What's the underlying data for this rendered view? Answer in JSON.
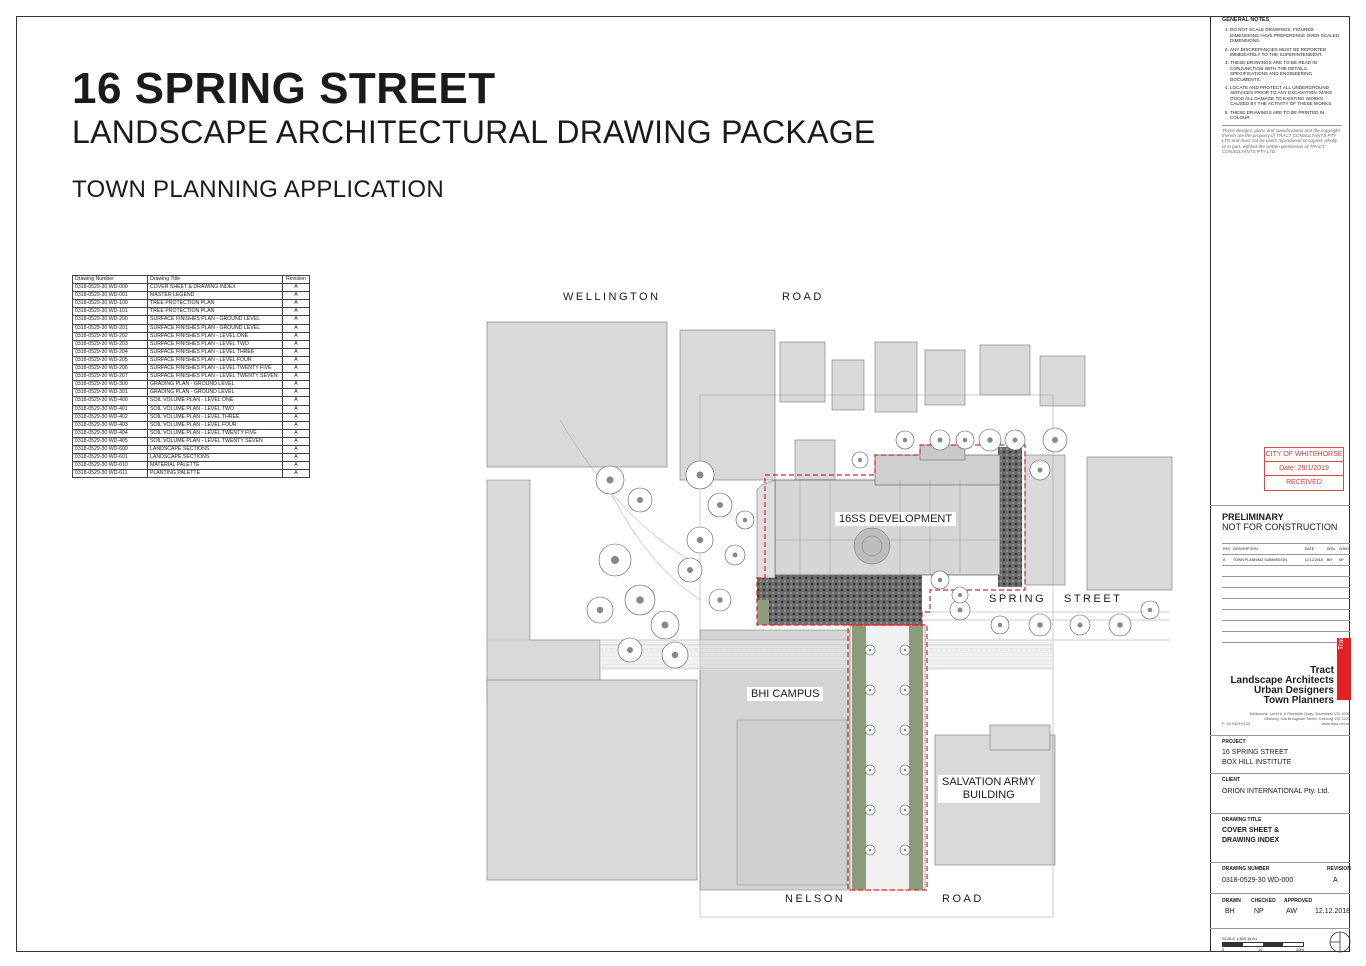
{
  "cover": {
    "title": "16 SPRING STREET",
    "subtitle": "LANDSCAPE ARCHITECTURAL DRAWING PACKAGE",
    "application": "TOWN PLANNING APPLICATION"
  },
  "drawing_index": {
    "headers": [
      "Drawing Number",
      "Drawing Title",
      "Revision"
    ],
    "rows": [
      [
        "0318-0529-30 WD-000",
        "COVER SHEET & DRAWING INDEX",
        "A"
      ],
      [
        "0318-0529-30 WD-001",
        "MASTER LEGEND",
        "A"
      ],
      [
        "0318-0529-30 WD-100",
        "TREE PROTECTION PLAN",
        "A"
      ],
      [
        "0318-0529-30 WD-101",
        "TREE PROTECTION PLAN",
        "A"
      ],
      [
        "0318-0529-30 WD-200",
        "SURFACE FINISHES PLAN - GROUND LEVEL",
        "A"
      ],
      [
        "0318-0529-30 WD-201",
        "SURFACE FINISHES PLAN - GROUND LEVEL",
        "A"
      ],
      [
        "0318-0529-30 WD-202",
        "SURFACE FINISHES PLAN - LEVEL ONE",
        "A"
      ],
      [
        "0318-0529-30 WD-203",
        "SURFACE FINISHES PLAN - LEVEL TWO",
        "A"
      ],
      [
        "0318-0529-30 WD-204",
        "SURFACE FINISHES PLAN - LEVEL THREE",
        "A"
      ],
      [
        "0318-0529-30 WD-205",
        "SURFACE FINISHES PLAN - LEVEL FOUR",
        "A"
      ],
      [
        "0318-0529-30 WD-206",
        "SURFACE FINISHES PLAN - LEVEL TWENTY FIVE",
        "A"
      ],
      [
        "0318-0529-30 WD-207",
        "SURFACE FINISHES PLAN - LEVEL TWENTY SEVEN",
        "A"
      ],
      [
        "0318-0529-30 WD-300",
        "GRADING PLAN - GROUND LEVEL",
        "A"
      ],
      [
        "0318-0529-30 WD-301",
        "GRADING PLAN - GROUND LEVEL",
        "A"
      ],
      [
        "0318-0529-30 WD-400",
        "SOIL VOLUME PLAN - LEVEL ONE",
        "A"
      ],
      [
        "0318-0529-30 WD-401",
        "SOIL VOLUME PLAN - LEVEL TWO",
        "A"
      ],
      [
        "0318-0529-30 WD-402",
        "SOIL VOLUME PLAN - LEVEL THREE",
        "A"
      ],
      [
        "0318-0529-30 WD-403",
        "SOIL VOLUME PLAN - LEVEL FOUR",
        "A"
      ],
      [
        "0318-0529-30 WD-404",
        "SOIL VOLUME PLAN - LEVEL TWENTY FIVE",
        "A"
      ],
      [
        "0318-0529-30 WD-405",
        "SOIL VOLUME PLAN - LEVEL TWENTY SEVEN",
        "A"
      ],
      [
        "0318-0529-30 WD-600",
        "LANDSCAPE SECTIONS",
        "A"
      ],
      [
        "0318-0529-30 WD-601",
        "LANDSCAPE SECTIONS",
        "A"
      ],
      [
        "0318-0529-30 WD-610",
        "MATERIAL PALETTE",
        "A"
      ],
      [
        "0318-0529-30 WD-611",
        "PLANTING PALETTE",
        "A"
      ]
    ]
  },
  "site_plan": {
    "street_north_left": "WELLINGTON",
    "street_north_right": "ROAD",
    "street_east_left": "SPRING",
    "street_east_right": "STREET",
    "street_south_left": "NELSON",
    "street_south_right": "ROAD",
    "development_label": "16SS DEVELOPMENT",
    "campus_label": "BHI CAMPUS",
    "salvation_line1": "SALVATION ARMY",
    "salvation_line2": "BUILDING"
  },
  "general_notes": {
    "heading": "GENERAL NOTES",
    "items": [
      "DO NOT SCALE DRAWINGS. FIGURED DIMENSIONS HAVE PREFERENCE OVER SCALED DIMENSIONS.",
      "ANY DISCREPANCIES MUST BE REPORTED IMMEDIATELY TO THE SUPERINTENDENT.",
      "THESE DRAWINGS ARE TO BE READ IN CONJUNCTION WITH THE DETAILS, SPECIFICATIONS AND ENGINEERING DOCUMENTS.",
      "LOCATE AND PROTECT ALL UNDERGROUND SERVICES PRIOR TO ANY EXCAVATION. MAKE GOOD ALL DAMAGE TO EXISTING WORKS CAUSED BY THE ACTIVITY OF THESE WORKS.",
      "THESE DRAWINGS ARE TO BE PRINTED IN COLOUR"
    ],
    "copyright": "These designs, plans and specifications and the copyright therein are the property of TRACT CONSULTANTS PTY LTD and must not be used, reproduced or copied, wholly or in part, without the written permission of TRACT CONSULTANTS PTY LTD."
  },
  "stamp": {
    "line1": "CITY OF WHITEHORSE",
    "line2": "Date: 29/1/2019",
    "line3": "RECEIVED",
    "color": "#d53a3a"
  },
  "status": {
    "line1": "PRELIMINARY",
    "line2": "NOT FOR CONSTRUCTION"
  },
  "revisions": {
    "headers": [
      "REV",
      "DESCRIPTION",
      "DATE",
      "DRN",
      "CHKD"
    ],
    "rows": [
      [
        "A",
        "TOWN PLANNING SUBMISSION",
        "12.12.2018",
        "BH",
        "NP"
      ]
    ]
  },
  "firm": {
    "badge": "Tract",
    "line1": "Tract",
    "line2": "Landscape Architects",
    "line3": "Urban Designers",
    "line4": "Town Planners",
    "address1": "Melbourne: Level 6, 6 Riverside Quay, Southbank VIC 3006",
    "address2": "Geelong: 44a Brougham Street, Geelong VIC 3220",
    "phone": "P: 03 9429 6133",
    "web": "www.tract.net.au",
    "brand_color": "#e42222"
  },
  "project": {
    "label": "PROJECT",
    "line1": "16 SPRING STREET",
    "line2": "BOX HILL INSTITUTE"
  },
  "client": {
    "label": "CLIENT",
    "name": "ORION INTERNATIONAL Pty. Ltd."
  },
  "drawing_title": {
    "label": "DRAWING TITLE",
    "line1": "COVER SHEET &",
    "line2": "DRAWING INDEX"
  },
  "drawing_number": {
    "label": "DRAWING NUMBER",
    "revision_label": "REVISION",
    "number": "0318-0529-30 WD-000",
    "revision": "A"
  },
  "signoff": {
    "headers": [
      "DRAWN",
      "CHECKED",
      "APPROVED"
    ],
    "values": [
      "BH",
      "NP",
      "AW"
    ],
    "date": "12.12.2018"
  },
  "scale": {
    "label": "SCALE 1:500 @ A1",
    "ticks": [
      "0",
      "10",
      "20m"
    ]
  }
}
